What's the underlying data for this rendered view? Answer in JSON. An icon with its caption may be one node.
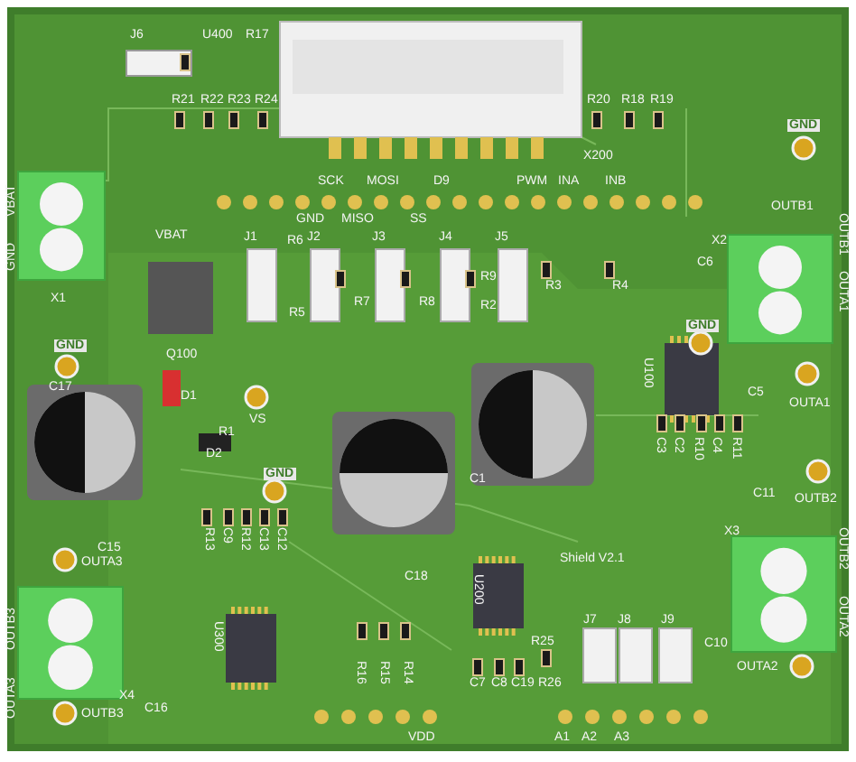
{
  "diagram": {
    "labels": [
      "J6",
      "U400",
      "R17",
      "R21",
      "R22",
      "R23",
      "R24",
      "R20",
      "R18",
      "R19",
      "X200",
      "GND",
      "SCK",
      "MOSI",
      "D9",
      "PWM",
      "INA",
      "INB",
      "GND",
      "MISO",
      "SS",
      "OUTB1",
      "VBAT",
      "J1",
      "R6",
      "J2",
      "J3",
      "J4",
      "J5",
      "C6",
      "X2",
      "R5",
      "R7",
      "R8",
      "R9",
      "R2",
      "R3",
      "R4",
      "GND",
      "X1",
      "Q100",
      "GND",
      "C17",
      "D1",
      "VS",
      "R1",
      "D2",
      "GND",
      "U100",
      "C5",
      "OUTA1",
      "C1",
      "C3",
      "C2",
      "R10",
      "C4",
      "R11",
      "C11",
      "OUTB2",
      "C15",
      "OUTA3",
      "R13",
      "C9",
      "R12",
      "C13",
      "C12",
      "C18",
      "X3",
      "U200",
      "Shield V2.1",
      "U300",
      "J7",
      "J8",
      "J9",
      "R25",
      "C10",
      "C7",
      "C8",
      "C19",
      "R26",
      "OUTA2",
      "R16",
      "R15",
      "R14",
      "X4",
      "C16",
      "OUTB3",
      "VDD",
      "A1",
      "A2",
      "A3",
      "VBAT",
      "GND",
      "OUTB1",
      "OUTA1",
      "OUTB3",
      "OUTA3",
      "OUTB2",
      "OUTA2"
    ]
  }
}
